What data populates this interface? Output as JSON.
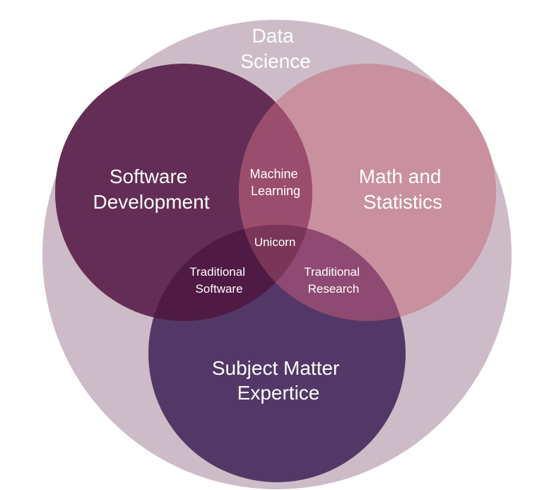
{
  "diagram": {
    "outer": {
      "lines": [
        "Data",
        "Science"
      ],
      "color": "#cdbcc7"
    },
    "sets": [
      {
        "id": "software",
        "lines": [
          "Software",
          "Development"
        ],
        "color": "#642d55"
      },
      {
        "id": "math",
        "lines": [
          "Math and",
          "Statistics"
        ],
        "color": "#c9909f"
      },
      {
        "id": "subject",
        "lines": [
          "Subject Matter",
          "Expertice"
        ],
        "color": "#533867"
      }
    ],
    "intersections": [
      {
        "id": "software-math",
        "lines": [
          "Machine",
          "Learning"
        ],
        "color": "#9a4d6c"
      },
      {
        "id": "software-subject",
        "lines": [
          "Traditional",
          "Software"
        ],
        "color": "#4f1a44"
      },
      {
        "id": "math-subject",
        "lines": [
          "Traditional",
          "Research"
        ],
        "color": "#8e4a72"
      },
      {
        "id": "all",
        "lines": [
          "Unicorn"
        ],
        "color": "#7a3659"
      }
    ],
    "label_color": "#ffffff"
  }
}
